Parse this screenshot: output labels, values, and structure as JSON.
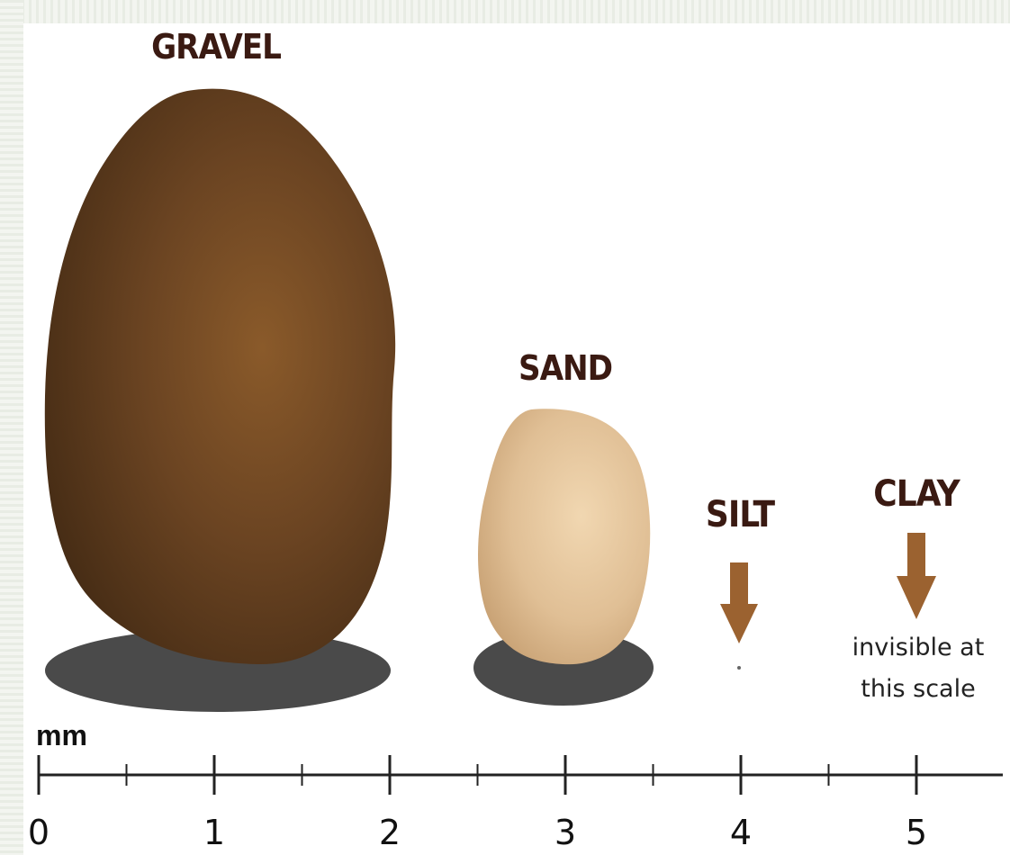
{
  "particles": [
    {
      "name": "GRAVEL",
      "note": ""
    },
    {
      "name": "SAND",
      "note": ""
    },
    {
      "name": "SILT",
      "note": ""
    },
    {
      "name": "CLAY",
      "note_lines": [
        "invisible at",
        "this scale"
      ]
    }
  ],
  "scale": {
    "unit": "mm",
    "ticks": [
      "0",
      "1",
      "2",
      "3",
      "4",
      "5"
    ]
  },
  "colors": {
    "gravel": "#5a3a1c",
    "sand": "#e2c39c",
    "shadow": "#4a4a4a",
    "arrow": "#9b6230",
    "label": "#3a1a12"
  }
}
